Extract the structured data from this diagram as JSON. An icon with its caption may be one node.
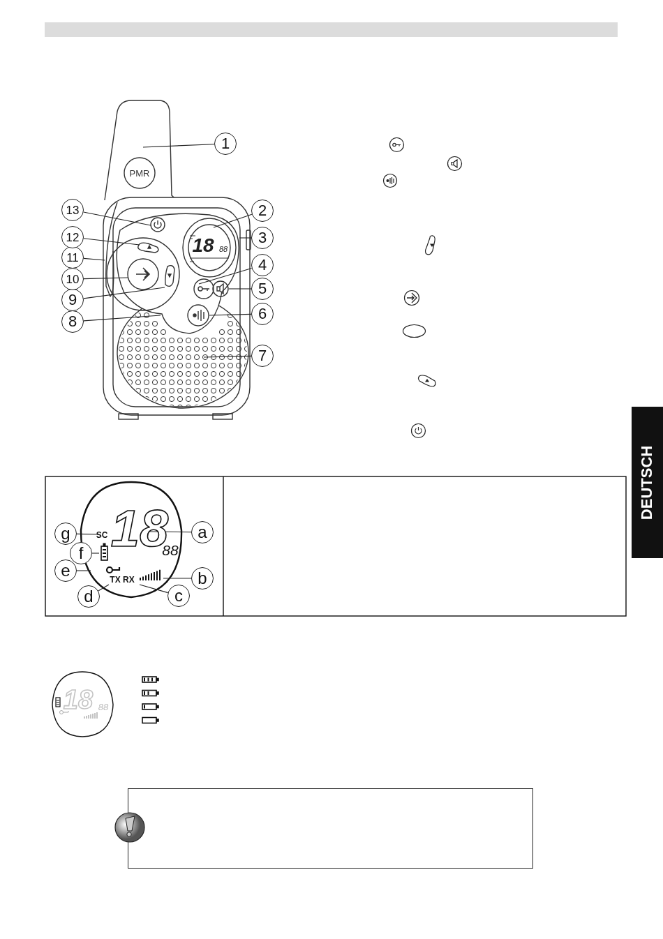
{
  "diagram": {
    "nodes": [
      {
        "text": [
          "1"
        ]
      },
      {
        "text": [
          "2"
        ]
      },
      {
        "text": [
          "3"
        ]
      },
      {
        "text": [
          "4"
        ]
      },
      {
        "text": [
          "5"
        ]
      },
      {
        "text": [
          "6"
        ]
      },
      {
        "text": [
          "7"
        ]
      },
      {
        "text": [
          "8"
        ]
      },
      {
        "text": [
          "9"
        ]
      },
      {
        "text": [
          "10"
        ]
      },
      {
        "text": [
          "11"
        ]
      },
      {
        "text": [
          "12"
        ]
      },
      {
        "text": [
          "13"
        ]
      },
      {
        "text": [
          "a"
        ]
      },
      {
        "text": [
          "b"
        ]
      },
      {
        "text": [
          "c"
        ]
      },
      {
        "text": [
          "d"
        ]
      },
      {
        "text": [
          "e"
        ]
      },
      {
        "text": [
          "f"
        ]
      },
      {
        "text": [
          "g"
        ]
      },
      {
        "text": [],
        "shape": "picture"
      },
      {
        "text": [],
        "shape": "picture"
      },
      {
        "text": [
          "DEUTSCH"
        ]
      },
      {
        "text": [],
        "shape": "box"
      }
    ],
    "edges": [
      {
        "from": 0,
        "to": 20,
        "arrow": "none"
      },
      {
        "from": 1,
        "to": 20,
        "arrow": "none"
      },
      {
        "from": 2,
        "to": 20,
        "arrow": "none"
      },
      {
        "from": 3,
        "to": 20,
        "arrow": "none"
      },
      {
        "from": 4,
        "to": 20,
        "arrow": "none"
      },
      {
        "from": 5,
        "to": 20,
        "arrow": "none"
      },
      {
        "from": 6,
        "to": 20,
        "arrow": "none"
      },
      {
        "from": 7,
        "to": 20,
        "arrow": "none"
      },
      {
        "from": 8,
        "to": 20,
        "arrow": "none"
      },
      {
        "from": 9,
        "to": 20,
        "arrow": "none"
      },
      {
        "from": 10,
        "to": 20,
        "arrow": "none"
      },
      {
        "from": 11,
        "to": 20,
        "arrow": "none"
      },
      {
        "from": 12,
        "to": 20,
        "arrow": "none"
      },
      {
        "from": 13,
        "to": 21,
        "arrow": "none"
      },
      {
        "from": 14,
        "to": 21,
        "arrow": "none"
      },
      {
        "from": 15,
        "to": 21,
        "arrow": "none"
      },
      {
        "from": 16,
        "to": 21,
        "arrow": "none"
      },
      {
        "from": 17,
        "to": 21,
        "arrow": "none"
      },
      {
        "from": 18,
        "to": 21,
        "arrow": "none"
      },
      {
        "from": 19,
        "to": 21,
        "arrow": "none"
      }
    ],
    "labels": [
      "PMR",
      "18",
      "88",
      "SC",
      "18",
      "88",
      "TX RX",
      "18",
      "88"
    ]
  }
}
